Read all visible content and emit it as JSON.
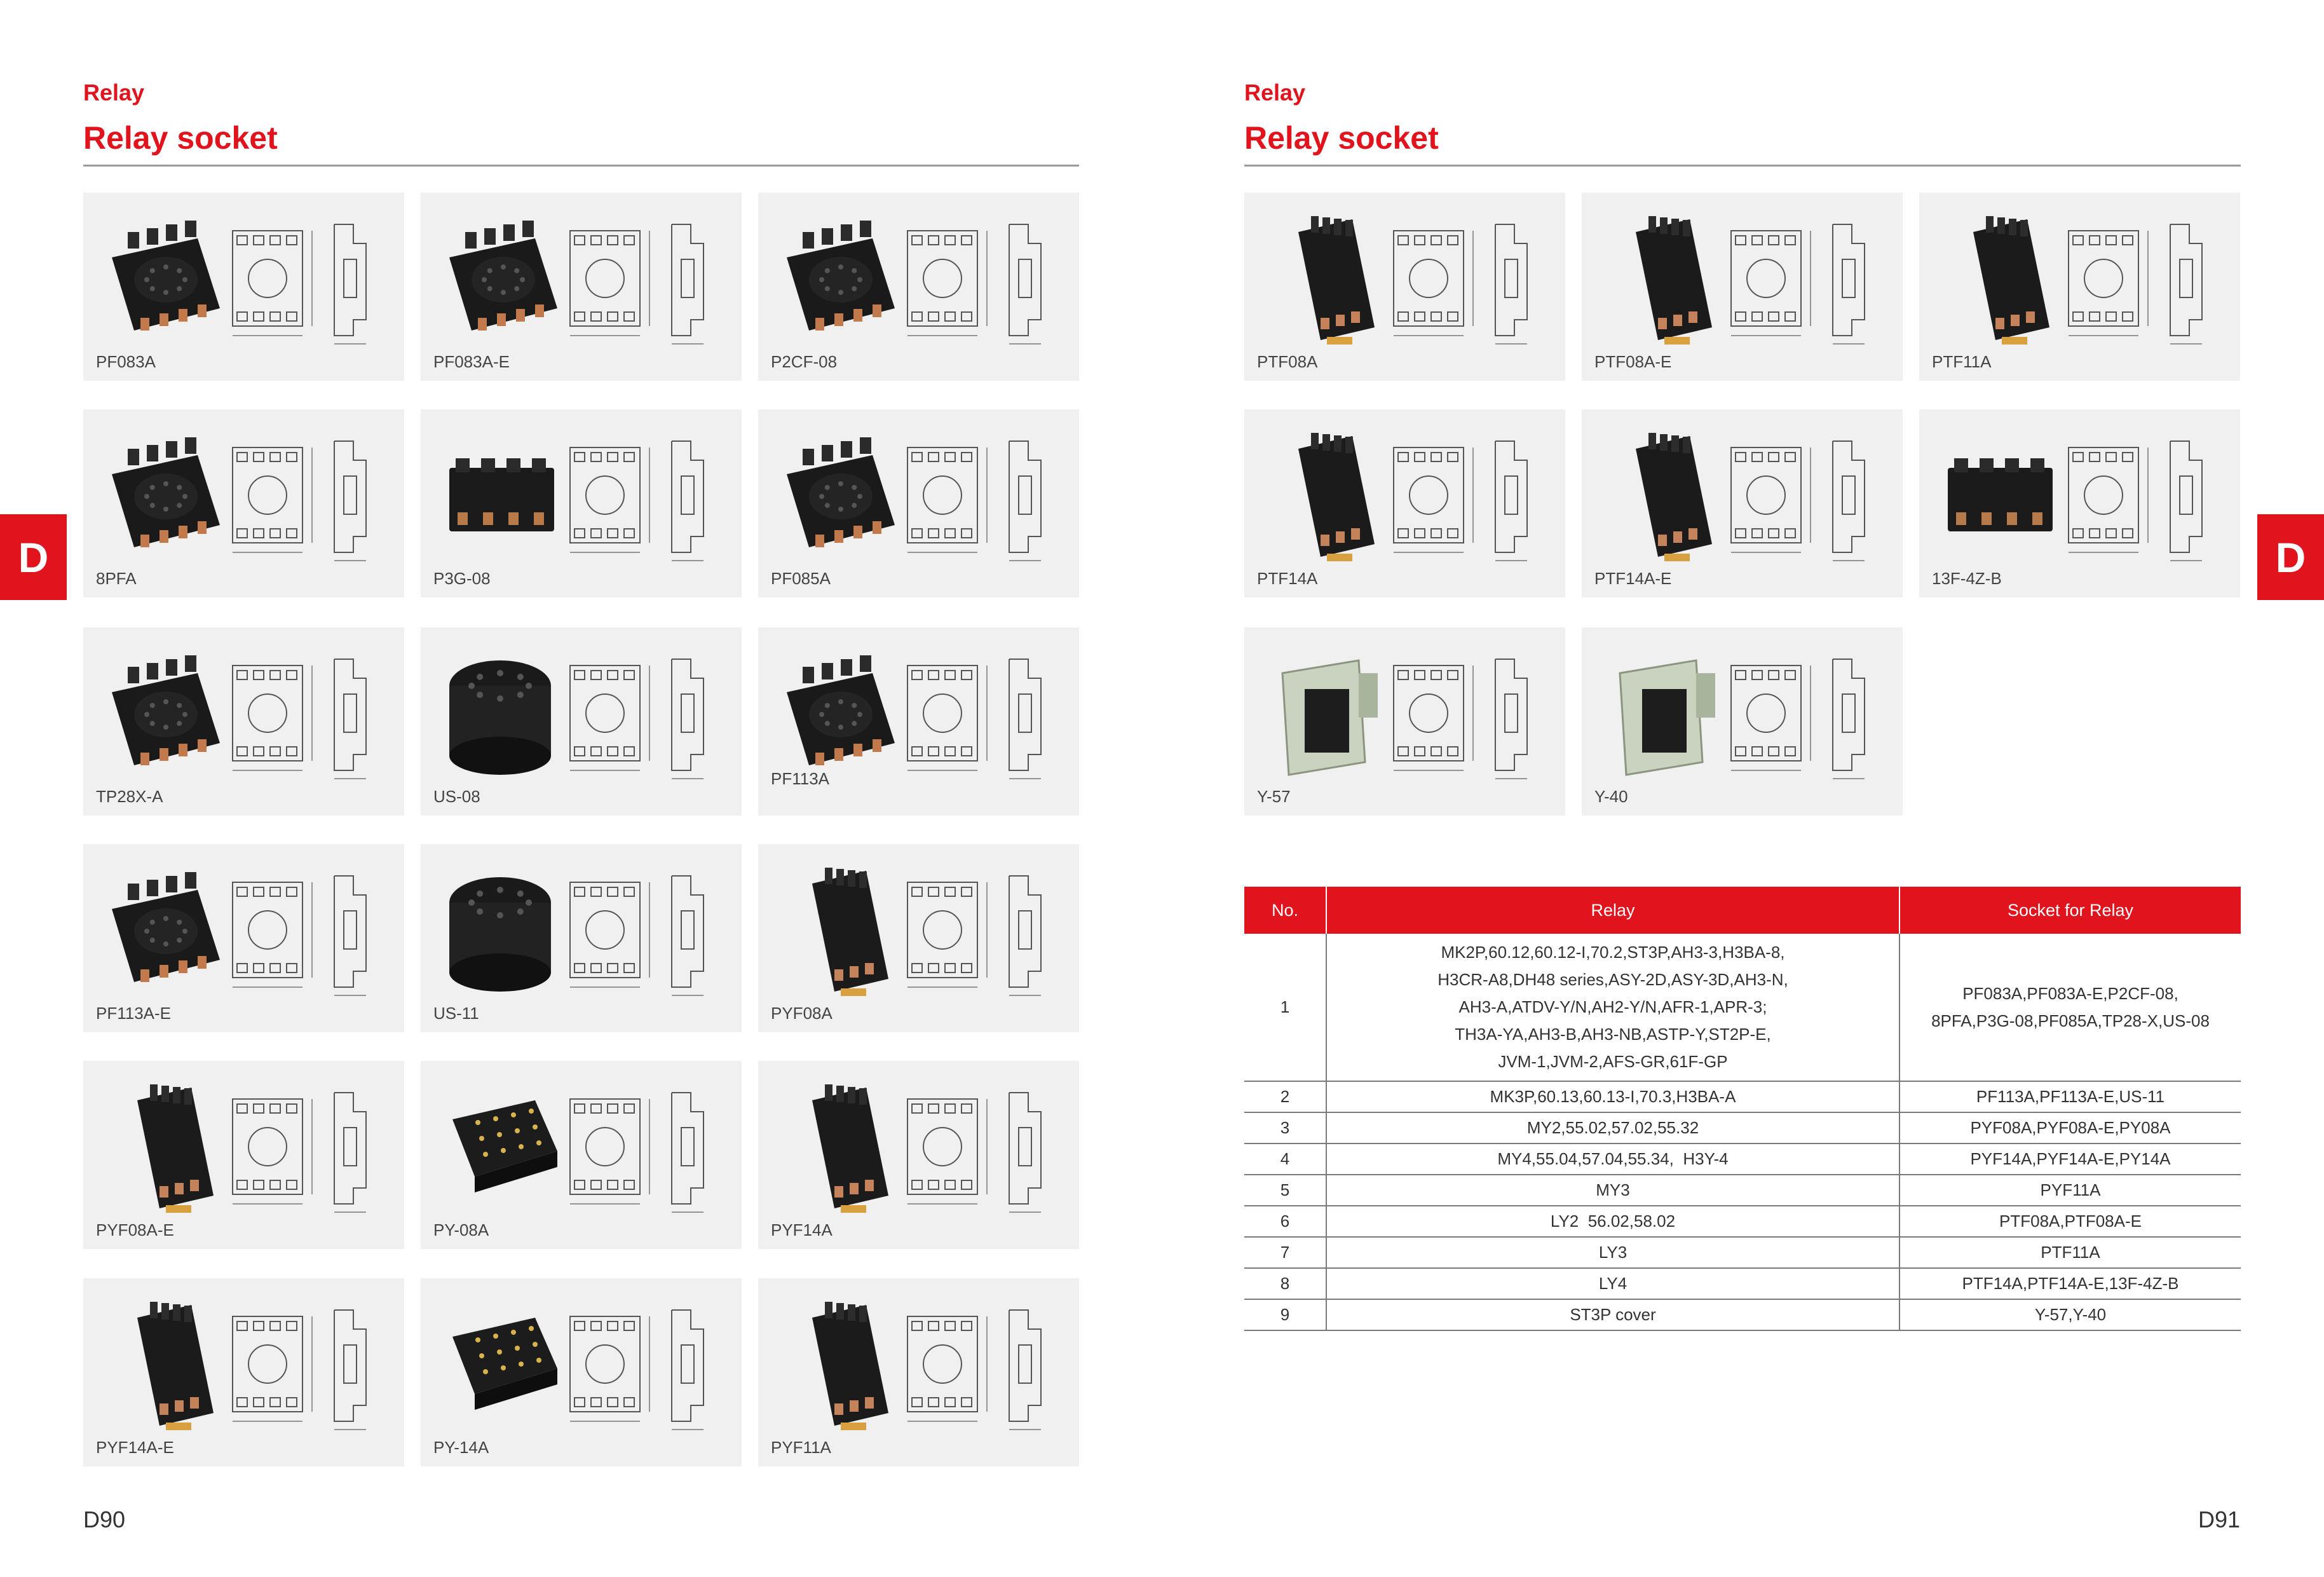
{
  "left_page": {
    "kicker": "Relay",
    "title": "Relay socket",
    "side_tab": "D",
    "page_number": "D90",
    "products": [
      {
        "name": "PF083A",
        "style": "round"
      },
      {
        "name": "PF083A-E",
        "style": "round"
      },
      {
        "name": "P2CF-08",
        "style": "round"
      },
      {
        "name": "8PFA",
        "style": "round"
      },
      {
        "name": "P3G-08",
        "style": "flat"
      },
      {
        "name": "PF085A",
        "style": "round"
      },
      {
        "name": "TP28X-A",
        "style": "round"
      },
      {
        "name": "US-08",
        "style": "cylinder"
      },
      {
        "name": "PF113A",
        "style": "round"
      },
      {
        "name": "PF113A-E",
        "style": "round"
      },
      {
        "name": "US-11",
        "style": "cylinder"
      },
      {
        "name": "PYF08A",
        "style": "tall"
      },
      {
        "name": "PYF08A-E",
        "style": "tall"
      },
      {
        "name": "PY-08A",
        "style": "square"
      },
      {
        "name": "PYF14A",
        "style": "tall"
      },
      {
        "name": "PYF14A-E",
        "style": "tall"
      },
      {
        "name": "PY-14A",
        "style": "square"
      },
      {
        "name": "PYF11A",
        "style": "tall"
      }
    ]
  },
  "right_page": {
    "kicker": "Relay",
    "title": "Relay socket",
    "side_tab": "D",
    "page_number": "D91",
    "products": [
      {
        "name": "PTF08A",
        "style": "tall"
      },
      {
        "name": "PTF08A-E",
        "style": "tall"
      },
      {
        "name": "PTF11A",
        "style": "tall"
      },
      {
        "name": "PTF14A",
        "style": "tall"
      },
      {
        "name": "PTF14A-E",
        "style": "tall"
      },
      {
        "name": "13F-4Z-B",
        "style": "flat"
      },
      {
        "name": "Y-57",
        "style": "cover"
      },
      {
        "name": "Y-40",
        "style": "cover"
      }
    ],
    "table": {
      "headers": [
        "No.",
        "Relay",
        "Socket for Relay"
      ],
      "rows": [
        {
          "no": "1",
          "relay_lines": [
            "MK2P,60.12,60.12-I,70.2,ST3P,AH3-3,H3BA-8,",
            "H3CR-A8,DH48 series,ASY-2D,ASY-3D,AH3-N,",
            "AH3-A,ATDV-Y/N,AH2-Y/N,AFR-1,APR-3;",
            "TH3A-YA,AH3-B,AH3-NB,ASTP-Y,ST2P-E,",
            "JVM-1,JVM-2,AFS-GR,61F-GP"
          ],
          "socket_lines": [
            "PF083A,PF083A-E,P2CF-08,",
            "8PFA,P3G-08,PF085A,TP28-X,US-08"
          ]
        },
        {
          "no": "2",
          "relay_lines": [
            "MK3P,60.13,60.13-I,70.3,H3BA-A"
          ],
          "socket_lines": [
            "PF113A,PF113A-E,US-11"
          ]
        },
        {
          "no": "3",
          "relay_lines": [
            "MY2,55.02,57.02,55.32"
          ],
          "socket_lines": [
            "PYF08A,PYF08A-E,PY08A"
          ]
        },
        {
          "no": "4",
          "relay_lines": [
            "MY4,55.04,57.04,55.34,  H3Y-4"
          ],
          "socket_lines": [
            "PYF14A,PYF14A-E,PY14A"
          ]
        },
        {
          "no": "5",
          "relay_lines": [
            "MY3"
          ],
          "socket_lines": [
            "PYF11A"
          ]
        },
        {
          "no": "6",
          "relay_lines": [
            "LY2  56.02,58.02"
          ],
          "socket_lines": [
            "PTF08A,PTF08A-E"
          ]
        },
        {
          "no": "7",
          "relay_lines": [
            "LY3"
          ],
          "socket_lines": [
            "PTF11A"
          ]
        },
        {
          "no": "8",
          "relay_lines": [
            "LY4"
          ],
          "socket_lines": [
            "PTF14A,PTF14A-E,13F-4Z-B"
          ]
        },
        {
          "no": "9",
          "relay_lines": [
            "ST3P cover"
          ],
          "socket_lines": [
            "Y-57,Y-40"
          ]
        }
      ]
    }
  }
}
